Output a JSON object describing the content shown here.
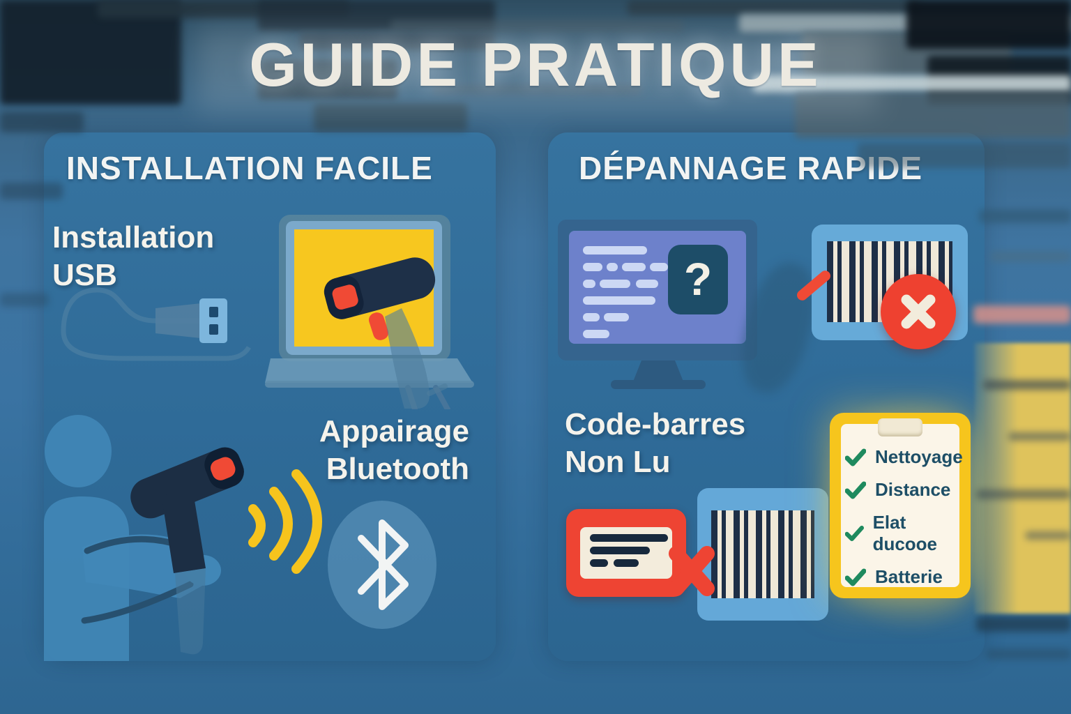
{
  "title": "GUIDE PRATIQUE",
  "panels": {
    "installation": {
      "heading": "INSTALLATION FACILE",
      "usb": {
        "line1": "Installation",
        "line2": "USB"
      },
      "bluetooth": {
        "line1": "Appairage",
        "line2": "Bluetooth"
      }
    },
    "troubleshooting": {
      "heading": "DÉPANNAGE RAPIDE",
      "question_mark": "?",
      "barcode_not_read": {
        "line1": "Code-barres",
        "line2": "Non Lu"
      },
      "checklist": {
        "items": [
          {
            "label": "Nettoyage"
          },
          {
            "label": "Distance"
          },
          {
            "label": "Elat ducooe"
          },
          {
            "label": "Batterie"
          }
        ]
      }
    }
  },
  "icons": {
    "usb_plug": "usb-plug-icon",
    "laptop": "laptop-icon",
    "barcode_scanner": "barcode-scanner-icon",
    "person": "person-silhouette-icon",
    "signal_waves": "signal-waves-icon",
    "bluetooth": "bluetooth-icon",
    "monitor": "monitor-icon",
    "question_badge": "question-badge-icon",
    "barcode": "barcode-icon",
    "error_x": "error-x-icon",
    "laser": "laser-beam-icon",
    "label_card": "label-card-icon",
    "mismatch_x": "mismatch-x-icon",
    "clipboard": "checklist-clipboard-icon",
    "check": "check-icon"
  },
  "colors": {
    "panel_blue": "#2E6B97",
    "accent_yellow": "#F6C51D",
    "accent_red": "#EE4433",
    "navy": "#1E2F47",
    "check_green": "#1E8A5E",
    "cream": "#F2ECDC",
    "screen_purple": "#6D81CB",
    "light_blue": "#66AAD8",
    "text_white": "#F2EFE8",
    "checklist_text": "#1D4E66"
  }
}
